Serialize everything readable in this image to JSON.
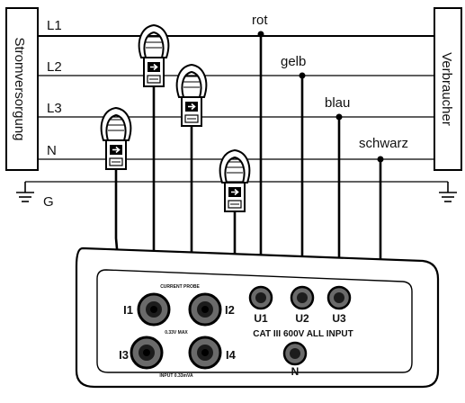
{
  "left_box": {
    "label": "Stromversorgung"
  },
  "right_box": {
    "label": "Verbraucher"
  },
  "lines": {
    "l1": "L1",
    "l2": "L2",
    "l3": "L3",
    "n": "N",
    "g": "G"
  },
  "wire_colors": {
    "rot": "rot",
    "gelb": "gelb",
    "blau": "blau",
    "schwarz": "schwarz"
  },
  "meter": {
    "current_probe_label": "CURRENT PROBE",
    "max_top": "0.33V MAX",
    "input_bottom": "INPUT 0.33mVA",
    "cat_label": "CAT III 600V ALL INPUT",
    "jacks": {
      "i1": "I1",
      "i2": "I2",
      "i3": "I3",
      "i4": "I4",
      "u1": "U1",
      "u2": "U2",
      "u3": "U3",
      "n": "N"
    }
  }
}
